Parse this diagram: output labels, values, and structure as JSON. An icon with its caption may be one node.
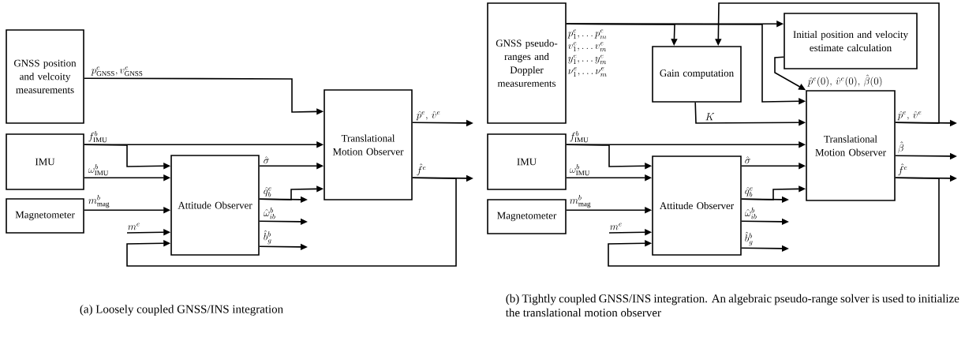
{
  "diagram": {
    "nodes": [
      {
        "text": [
          "GNSS position and velcoity measurements"
        ]
      },
      {
        "text": [
          "IMU"
        ]
      },
      {
        "text": [
          "Magnetometer"
        ]
      },
      {
        "text": [
          "Attitude Observer"
        ]
      },
      {
        "text": [
          "Translational Motion Observer"
        ]
      },
      {
        "text": [
          "GNSS pseudo-ranges and Doppler measurements"
        ]
      },
      {
        "text": [
          "Gain computation"
        ]
      },
      {
        "text": [
          "Initial position and velocity estimate calculation"
        ]
      },
      {
        "text": [
          "IMU"
        ]
      },
      {
        "text": [
          "Magnetometer"
        ]
      },
      {
        "text": [
          "Attitude Observer"
        ]
      },
      {
        "text": [
          "Translational Motion Observer"
        ]
      }
    ],
    "edges": [
      {
        "from": 0,
        "to": 4,
        "arrow": "to",
        "label": "p^e_{\\mathrm{GNSS}}, v^e_{\\mathrm{GNSS}}"
      },
      {
        "from": 1,
        "to": 4,
        "arrow": "to",
        "label": "f^b_{\\mathrm{IMU}}"
      },
      {
        "from": 1,
        "to": 3,
        "arrow": "to"
      },
      {
        "from": 1,
        "to": 3,
        "arrow": "to",
        "label": "\\omega^b_{\\mathrm{IMU}}"
      },
      {
        "from": 2,
        "to": 3,
        "arrow": "to",
        "label": "m^b_{\\mathrm{mag}}"
      },
      {
        "from": null,
        "to": 3,
        "arrow": "to",
        "label": "m^e"
      },
      {
        "from": 3,
        "to": 4,
        "arrow": "to",
        "label": "\\hat{\\sigma}"
      },
      {
        "from": 3,
        "to": null,
        "arrow": "to",
        "label": "\\hat{q}^e_b"
      },
      {
        "from": 3,
        "to": 4,
        "arrow": "to"
      },
      {
        "from": 3,
        "to": null,
        "arrow": "to",
        "label": "\\hat{\\omega}^b_{ib}"
      },
      {
        "from": 3,
        "to": null,
        "arrow": "to",
        "label": "\\hat{b}^b_g"
      },
      {
        "from": 4,
        "to": null,
        "arrow": "to",
        "label": "\\hat{p}^e,\\, \\hat{v}^e"
      },
      {
        "from": 4,
        "to": null,
        "arrow": "to",
        "label": "\\hat{f}^e"
      },
      {
        "from": 4,
        "to": 3,
        "arrow": "to"
      },
      {
        "from": 5,
        "to": 6,
        "arrow": "to",
        "label": "\\begin{array}{@{}l@{}}p^e_1,\\dots p^e_m\\\\ v^e_1,\\dots v^e_m\\\\ y^e_1,\\dots y^e_m\\\\ \\nu^e_1,\\dots \\nu^e_m\\end{array}"
      },
      {
        "from": 5,
        "to": 7,
        "arrow": "to"
      },
      {
        "from": 5,
        "to": 11,
        "arrow": "to"
      },
      {
        "from": 7,
        "to": 11,
        "arrow": "to",
        "label": "\\hat{p}^e(0),\\, \\hat{v}^e(0),\\, \\hat{\\beta}(0)"
      },
      {
        "from": 6,
        "to": 11,
        "arrow": "to",
        "label": "K"
      },
      {
        "from": 11,
        "to": 6,
        "arrow": "to"
      },
      {
        "from": 11,
        "to": null,
        "arrow": "to",
        "label": "\\hat{p}^e,\\, \\hat{v}^e"
      },
      {
        "from": 8,
        "to": 11,
        "arrow": "to",
        "label": "f^b_{\\mathrm{IMU}}"
      },
      {
        "from": 8,
        "to": 10,
        "arrow": "to"
      },
      {
        "from": 8,
        "to": 10,
        "arrow": "to",
        "label": "\\omega^b_{\\mathrm{IMU}}"
      },
      {
        "from": 9,
        "to": 10,
        "arrow": "to",
        "label": "m^b_{\\mathrm{mag}}"
      },
      {
        "from": null,
        "to": 10,
        "arrow": "to",
        "label": "m^e"
      },
      {
        "from": 10,
        "to": 11,
        "arrow": "to",
        "label": "\\hat{\\sigma}"
      },
      {
        "from": 10,
        "to": null,
        "arrow": "to",
        "label": "\\hat{q}^e_b"
      },
      {
        "from": 10,
        "to": 11,
        "arrow": "to"
      },
      {
        "from": 10,
        "to": null,
        "arrow": "to",
        "label": "\\hat{\\omega}^b_{ib}"
      },
      {
        "from": 10,
        "to": null,
        "arrow": "to",
        "label": "\\hat{b}^b_g"
      },
      {
        "from": 11,
        "to": null,
        "arrow": "to",
        "label": "\\hat{\\beta}"
      },
      {
        "from": 11,
        "to": null,
        "arrow": "to",
        "label": "\\hat{f}^e"
      },
      {
        "from": 11,
        "to": 10,
        "arrow": "to"
      }
    ],
    "labels": [
      "(a) Loosely coupled GNSS/INS integration",
      "(b) Tightly coupled GNSS/INS integration. An algebraic pseudo-range solver is used to initialize the translational motion observer"
    ]
  }
}
